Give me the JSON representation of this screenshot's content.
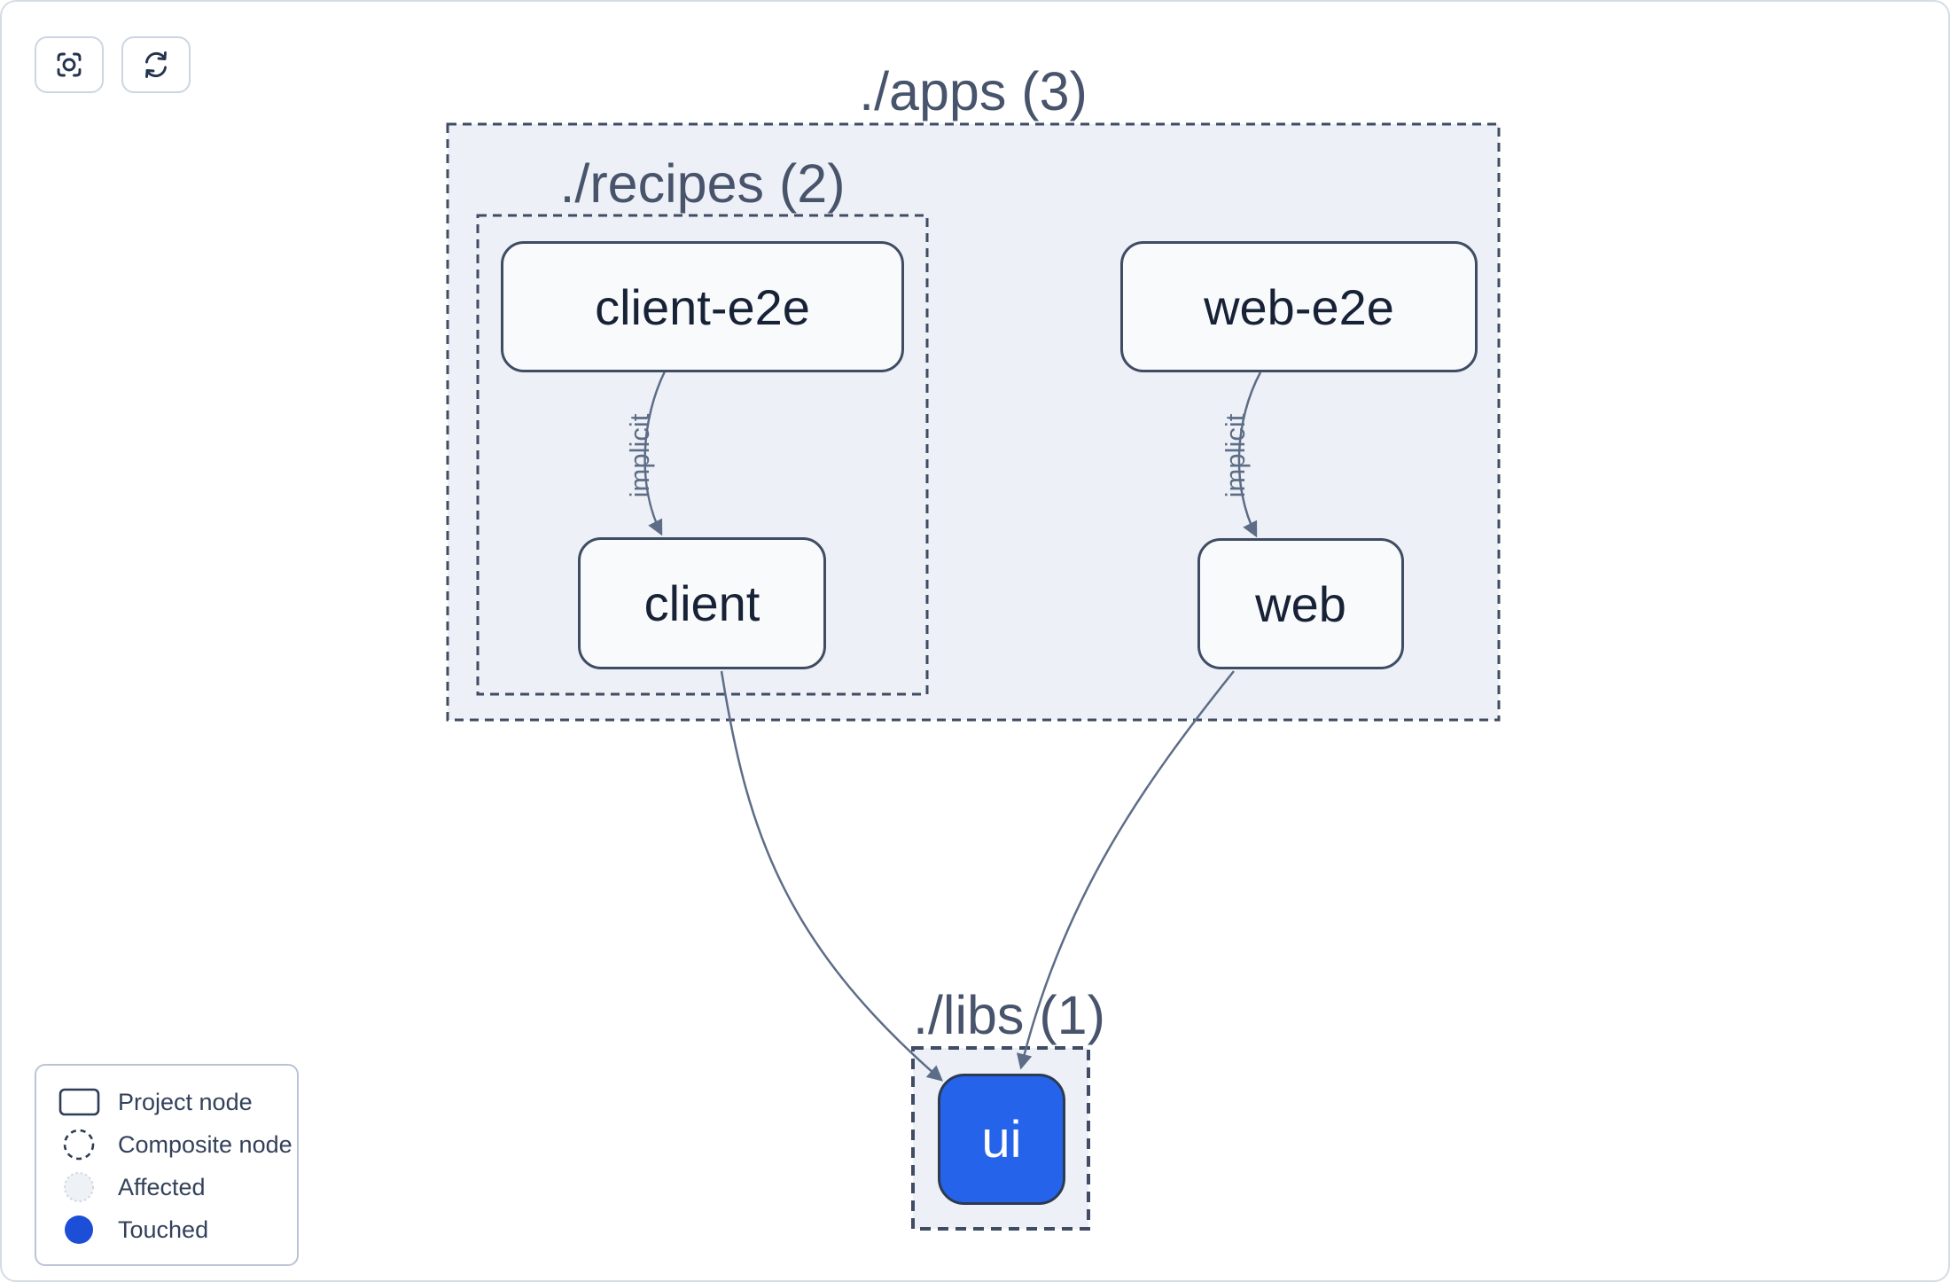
{
  "toolbar": {
    "buttons": [
      {
        "icon": "center-graph-icon"
      },
      {
        "icon": "refresh-icon"
      }
    ]
  },
  "graph": {
    "groups": [
      {
        "id": "apps",
        "label": "./apps (3)"
      },
      {
        "id": "recipes",
        "label": "./recipes (2)"
      },
      {
        "id": "libs",
        "label": "./libs (1)"
      }
    ],
    "nodes": [
      {
        "id": "client-e2e",
        "label": "client-e2e",
        "state": "project"
      },
      {
        "id": "web-e2e",
        "label": "web-e2e",
        "state": "project"
      },
      {
        "id": "client",
        "label": "client",
        "state": "project"
      },
      {
        "id": "web",
        "label": "web",
        "state": "project"
      },
      {
        "id": "ui",
        "label": "ui",
        "state": "touched"
      }
    ],
    "edges": [
      {
        "from": "client-e2e",
        "to": "client",
        "label": "implicit"
      },
      {
        "from": "web-e2e",
        "to": "web",
        "label": "implicit"
      },
      {
        "from": "client",
        "to": "ui",
        "label": ""
      },
      {
        "from": "web",
        "to": "ui",
        "label": ""
      }
    ]
  },
  "legend": {
    "items": [
      {
        "icon": "project-node-icon",
        "label": "Project node"
      },
      {
        "icon": "composite-node-icon",
        "label": "Composite node"
      },
      {
        "icon": "affected-icon",
        "label": "Affected"
      },
      {
        "icon": "touched-icon",
        "label": "Touched"
      }
    ]
  },
  "colors": {
    "group_fill": "#edf0f6",
    "group_stroke": "#3f4c63",
    "node_fill": "#f8fafc",
    "node_stroke": "#3f4c63",
    "node_text": "#182236",
    "edge": "#5d6d87",
    "title_text": "#47546b",
    "touched_blue": "#2563eb",
    "legend_touched_dot": "#1d4ed8",
    "affected_fill": "#eef1f5"
  }
}
